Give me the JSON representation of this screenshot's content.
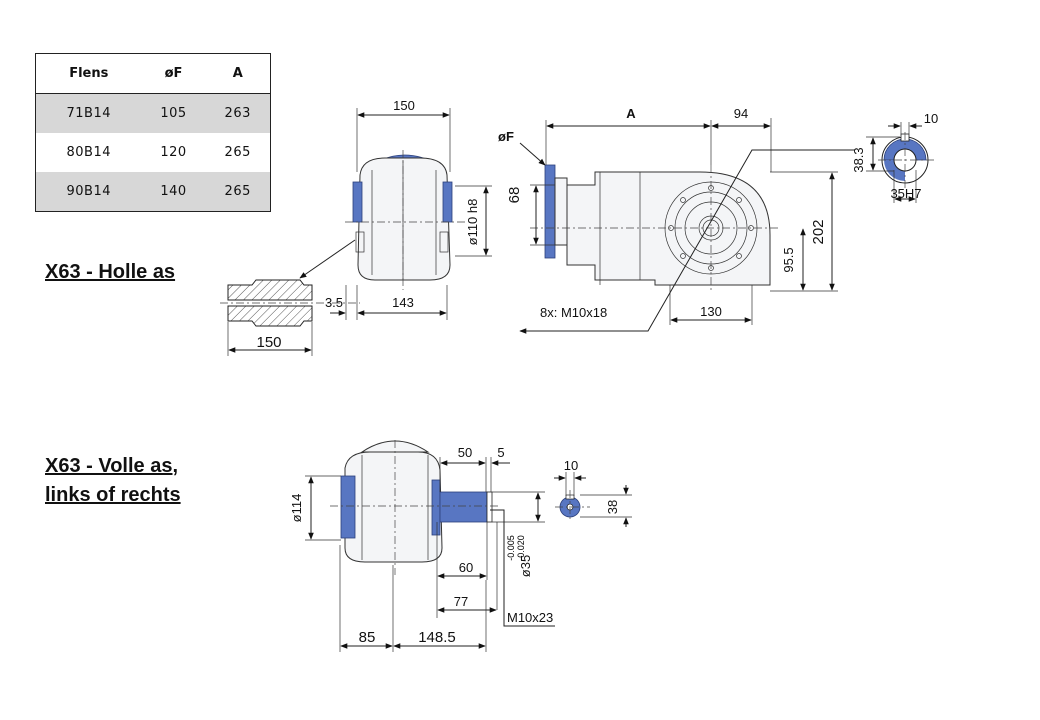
{
  "table": {
    "headers": [
      "Flens",
      "øF",
      "A"
    ],
    "rows": [
      [
        "71B14",
        "105",
        "263"
      ],
      [
        "80B14",
        "120",
        "265"
      ],
      [
        "90B14",
        "140",
        "265"
      ]
    ]
  },
  "headings": {
    "holle": "X63 - Holle as",
    "volle_line1": "X63 - Volle as,",
    "volle_line2": "links of rechts"
  },
  "dims": {
    "d150_top": "150",
    "d110h8": "ø110 h8",
    "d3_5": "3.5",
    "d143": "143",
    "d150_bottom": "150",
    "dA": "A",
    "d94": "94",
    "dF": "øF",
    "d68": "68",
    "d202": "202",
    "d95_5": "95.5",
    "d130": "130",
    "bolts": "8x: M10x18",
    "d10_top": "10",
    "d38_3": "38.3",
    "d35H7": "35H7",
    "d114": "ø114",
    "d50": "50",
    "d5": "5",
    "d60": "60",
    "d77": "77",
    "d85": "85",
    "d148_5": "148.5",
    "d35": "ø35",
    "tol_upper": "-0.005",
    "tol_lower": "-0.020",
    "m10x23": "M10x23",
    "d10_bottom": "10",
    "d38": "38"
  },
  "colors": {
    "accent_blue": "#5876c2",
    "row_shade": "#d7d7d7"
  }
}
